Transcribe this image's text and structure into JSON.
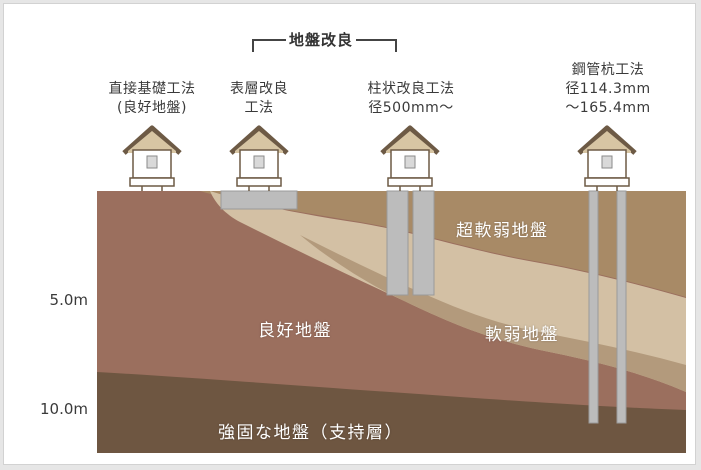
{
  "diagram": {
    "group_title": "地盤改良",
    "methods": [
      {
        "line1": "直接基礎工法",
        "line2": "(良好地盤)"
      },
      {
        "line1": "表層改良",
        "line2": "工法"
      },
      {
        "line1": "柱状改良工法",
        "line2": "径500mm～"
      },
      {
        "line1": "鋼管杭工法",
        "line2": "径114.3mm",
        "line3": "～165.4mm"
      }
    ],
    "depths": [
      "5.0m",
      "10.0m"
    ],
    "layers": {
      "super_soft": "超軟弱地盤",
      "good": "良好地盤",
      "soft": "軟弱地盤",
      "bearing": "強固な地盤（支持層）"
    },
    "colors": {
      "good": "#9b6f5e",
      "super_soft": "#a88a66",
      "soft_band": "#d3c0a4",
      "bearing": "#6e5641",
      "improvement": "#bcbcbc",
      "house_roof": "#d7c5a3",
      "house_trim": "#6d5a45"
    }
  }
}
